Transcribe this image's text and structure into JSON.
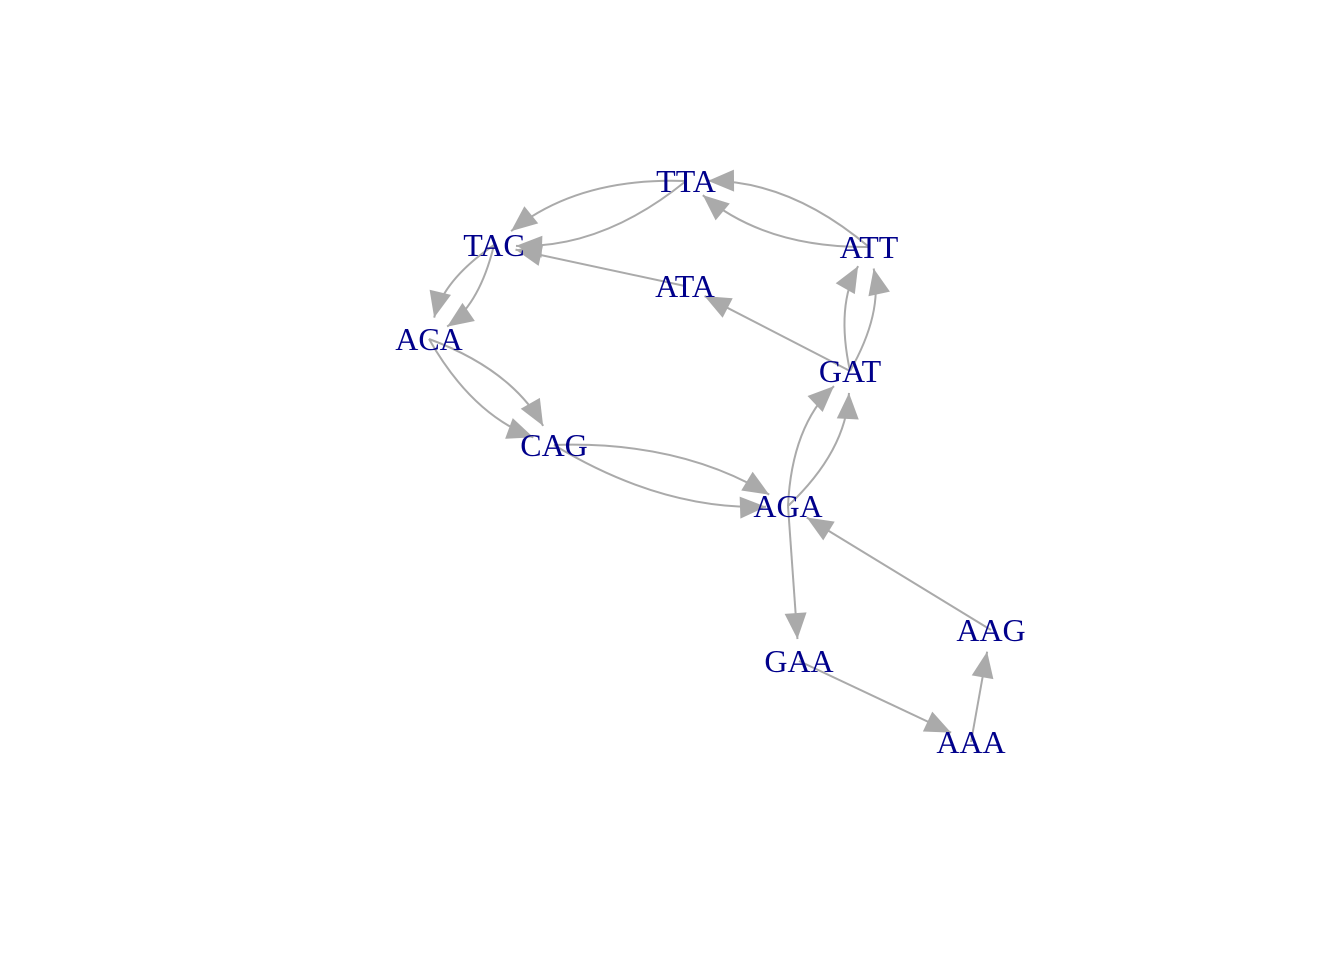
{
  "graph": {
    "edge_color": "#aaaaaa",
    "label_color": "#00008b",
    "background": "#ffffff",
    "nodes": [
      {
        "id": "TTA",
        "label": "TTA"
      },
      {
        "id": "TAC",
        "label": "TAC"
      },
      {
        "id": "ATT",
        "label": "ATT"
      },
      {
        "id": "ATA",
        "label": "ATA"
      },
      {
        "id": "ACA",
        "label": "ACA"
      },
      {
        "id": "GAT",
        "label": "GAT"
      },
      {
        "id": "CAG",
        "label": "CAG"
      },
      {
        "id": "AGA",
        "label": "AGA"
      },
      {
        "id": "AAG",
        "label": "AAG"
      },
      {
        "id": "GAA",
        "label": "GAA"
      },
      {
        "id": "AAA",
        "label": "AAA"
      }
    ],
    "edges": [
      {
        "from": "TTA",
        "to": "TAC"
      },
      {
        "from": "TTA",
        "to": "TAC"
      },
      {
        "from": "ATT",
        "to": "TTA"
      },
      {
        "from": "ATT",
        "to": "TTA"
      },
      {
        "from": "TAC",
        "to": "ACA"
      },
      {
        "from": "TAC",
        "to": "ACA"
      },
      {
        "from": "ATA",
        "to": "TAC"
      },
      {
        "from": "GAT",
        "to": "ATA"
      },
      {
        "from": "GAT",
        "to": "ATT"
      },
      {
        "from": "GAT",
        "to": "ATT"
      },
      {
        "from": "ACA",
        "to": "CAG"
      },
      {
        "from": "ACA",
        "to": "CAG"
      },
      {
        "from": "CAG",
        "to": "AGA"
      },
      {
        "from": "CAG",
        "to": "AGA"
      },
      {
        "from": "AGA",
        "to": "GAT"
      },
      {
        "from": "AGA",
        "to": "GAT"
      },
      {
        "from": "AGA",
        "to": "GAA"
      },
      {
        "from": "AAG",
        "to": "AGA"
      },
      {
        "from": "GAA",
        "to": "AAA"
      },
      {
        "from": "AAA",
        "to": "AAG"
      }
    ]
  }
}
